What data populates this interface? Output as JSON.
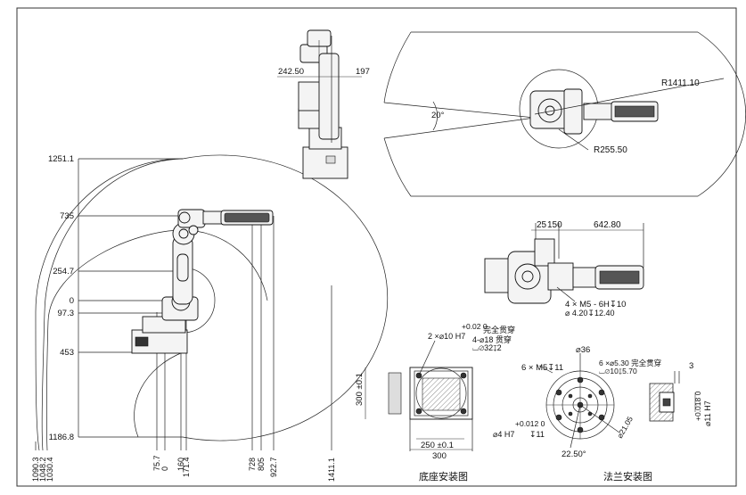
{
  "side_view": {
    "y_labels": [
      "1251.1",
      "735",
      "254.7",
      "0",
      "97.3",
      "453",
      "1186.8"
    ],
    "x_labels": [
      "1090.3",
      "1048.2",
      "1030.4",
      "75.7",
      "0",
      "160",
      "171.4",
      "728",
      "805",
      "922.7",
      "1411.1"
    ]
  },
  "front_view": {
    "width_left": "242.50",
    "width_right": "197"
  },
  "top_view": {
    "radius_outer": "R1411.10",
    "radius_inner": "R255.50",
    "angle": "20°"
  },
  "wrist_view": {
    "dim_a": "25",
    "dim_b": "150",
    "dim_c": "642.80",
    "thread": "4 × M5 - 6H↧10",
    "holes": "⌀ 4.20↧12.40"
  },
  "base_mount": {
    "tolerance": "+0.02\n0",
    "pin_hole": "2 ×⌀10 H7",
    "through": "完全贯穿",
    "holes": "4-⌀18 贯穿",
    "counterbore": "⌴⌀32↧2",
    "height": "300 ±0.1",
    "width_inner": "250 ±0.1",
    "width_outer": "300",
    "caption": "底座安装图"
  },
  "flange_mount": {
    "dia": "⌀36",
    "thread": "6 × M5↧11",
    "holes": "6 ×⌀5.30 完全贯穿",
    "counterbore": "⌴⌀10↧5.70",
    "pin": "⌀4 H7",
    "pin_tol": "+0.012\n0",
    "pin_depth": "↧11",
    "pcd": "⌀21.05",
    "angle": "22.50°",
    "section_depth": "3",
    "section_dia": "⌀11 H7",
    "section_tol": "+0.018\n0",
    "caption": "法兰安装图"
  }
}
